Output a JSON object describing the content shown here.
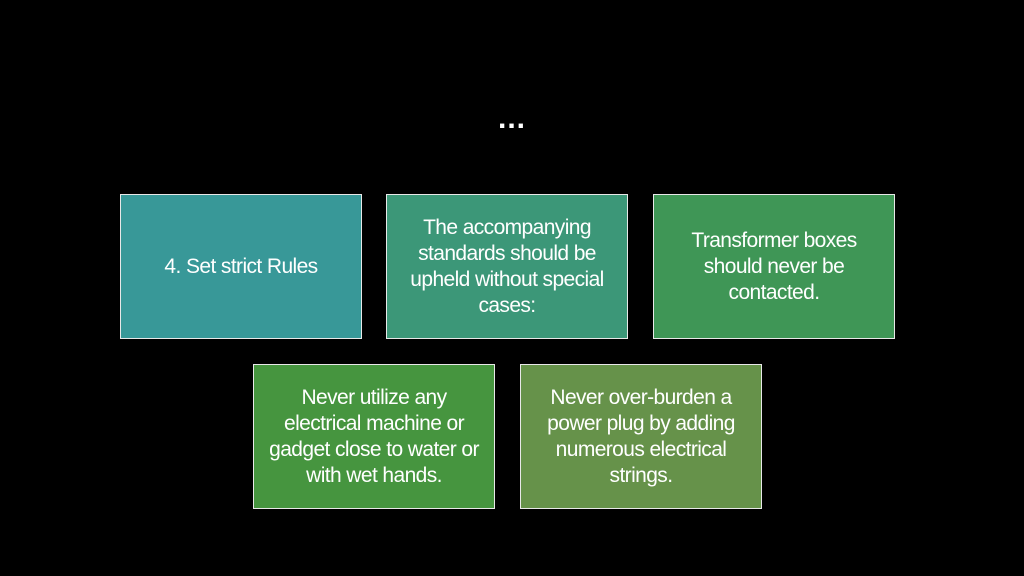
{
  "slide": {
    "title": "..."
  },
  "boxes": [
    {
      "text": "4. Set strict Rules",
      "color": "#389898"
    },
    {
      "text": "The accompanying standards should be upheld without special cases:",
      "color": "#3c9778"
    },
    {
      "text": "Transformer boxes should never be contacted.",
      "color": "#3f9656"
    },
    {
      "text": "Never utilize any electrical machine or gadget close to water or with wet hands.",
      "color": "#46953f"
    },
    {
      "text": "Never over-burden a power plug by adding numerous electrical strings.",
      "color": "#66924a"
    }
  ]
}
